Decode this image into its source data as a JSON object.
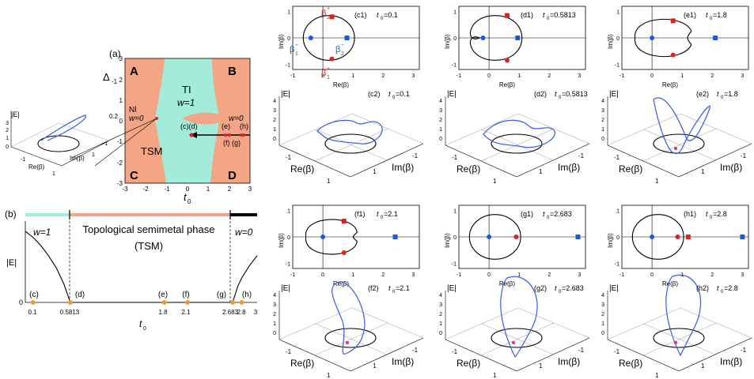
{
  "colors": {
    "ti": "#a3ecd9",
    "tsm": "#f4a585",
    "blue": "#2255dd",
    "red": "#dd2222",
    "orange": "#f09a30",
    "curve": "#3a5be0"
  },
  "panel_a": {
    "label": "(a)",
    "ylabel": "Δ",
    "ylabel_sub": "-1",
    "xlabel": "t",
    "xlabel_sub": "0",
    "regions": {
      "A": "A",
      "B": "B",
      "C": "C",
      "D": "D"
    },
    "phases": {
      "ti": "TI",
      "ti_w": "w=1",
      "nl": "Nl",
      "nl_w": "w=0",
      "right_w": "w=0",
      "tsm": "TSM"
    },
    "xticks": [
      "-3",
      "-2",
      "-1",
      "0",
      "1",
      "2",
      "3"
    ],
    "yticks": [
      "3",
      "2",
      "1",
      "0",
      "-1",
      "-2",
      "-3"
    ],
    "markers": {
      "cd": "(c)(d)",
      "e": "(e)",
      "h": "(h)",
      "fg": "(f) (g)"
    }
  },
  "inset": {
    "zlabel": "|E|",
    "zticks": [
      "3",
      "2",
      "1",
      "0"
    ],
    "val": "0.2",
    "re": "Re(β)",
    "im": "Im(β)",
    "t1": "-1",
    "t2": "1",
    "t3": "1",
    "t4": "-1"
  },
  "panel_b": {
    "label": "(b)",
    "ylabel": "|E|",
    "xlabel": "t",
    "xlabel_sub": "0",
    "title": "Topological semimetal phase",
    "subtitle": "(TSM)",
    "w_left": "w=1",
    "w_right": "w=0",
    "ytick0": "0",
    "markers": [
      "(c)",
      "(d)",
      "(e)",
      "(f)",
      "(g)",
      "(h)"
    ],
    "xticks": [
      "0.1",
      "0.5813",
      "1.8",
      "2.1",
      "2.683",
      "2.8",
      "3"
    ]
  },
  "chart_data": {
    "type": "line",
    "xlabel": "t0",
    "ylabel": "|E|",
    "x": [
      0,
      0.1,
      0.2,
      0.3,
      0.4,
      0.5,
      0.5813,
      1.8,
      2.1,
      2.683,
      2.75,
      2.8,
      2.9,
      3.0
    ],
    "y": [
      1.75,
      1.6,
      1.4,
      1.15,
      0.85,
      0.45,
      0,
      0,
      0,
      0,
      0.4,
      0.6,
      0.9,
      1.15
    ]
  },
  "plan": [
    {
      "id": "c1",
      "label": "(c1)",
      "t": "t",
      "tsub": "0",
      "val": "=0.1"
    },
    {
      "id": "d1",
      "label": "(d1)",
      "t": "t",
      "tsub": "0",
      "val": "=0.5813"
    },
    {
      "id": "e1",
      "label": "(e1)",
      "t": "t",
      "tsub": "0",
      "val": "=1.8"
    },
    {
      "id": "f1",
      "label": "(f1)",
      "t": "t",
      "tsub": "0",
      "val": "=2.1"
    },
    {
      "id": "g1",
      "label": "(g1)",
      "t": "t",
      "tsub": "0",
      "val": "=2.683"
    },
    {
      "id": "h1",
      "label": "(h1)",
      "t": "t",
      "tsub": "0",
      "val": "=2.8"
    }
  ],
  "persp": [
    {
      "id": "c2",
      "label": "(c2)",
      "t": "t",
      "tsub": "0",
      "val": "=0.1"
    },
    {
      "id": "d2",
      "label": "(d2)",
      "t": "t",
      "tsub": "0",
      "val": "=0.5813"
    },
    {
      "id": "e2",
      "label": "(e2)",
      "t": "t",
      "tsub": "0",
      "val": "=1.8"
    },
    {
      "id": "f2",
      "label": "(f2)",
      "t": "t",
      "tsub": "0",
      "val": "=2.1"
    },
    {
      "id": "g2",
      "label": "(g2)",
      "t": "t",
      "tsub": "0",
      "val": "=2.683"
    },
    {
      "id": "h2",
      "label": "(h2)",
      "t": "t",
      "tsub": "0",
      "val": "=2.8"
    }
  ],
  "plan_axes": {
    "re": "Re(β)",
    "im": "Im(β)",
    "xticks": [
      "-1",
      "0",
      "1",
      "2",
      "3"
    ],
    "yticks": [
      "1",
      "0",
      "-1"
    ]
  },
  "persp_axes": {
    "zlabel": "|E|",
    "re": "Re(β)",
    "im": "Im(β)",
    "zticks": [
      "4",
      "3",
      "2",
      "1",
      "0"
    ],
    "tm": "-1",
    "tp": "1"
  },
  "beta_labels": {
    "b2p": "β",
    "b2p_sub": "2",
    "b2p_sup": "+",
    "b1m": "β",
    "b1m_sub": "1",
    "b1m_sup": "−",
    "b2m": "β",
    "b2m_sub": "2",
    "b2m_sup": "−",
    "b1p": "β",
    "b1p_sub": "1",
    "b1p_sup": "+"
  }
}
